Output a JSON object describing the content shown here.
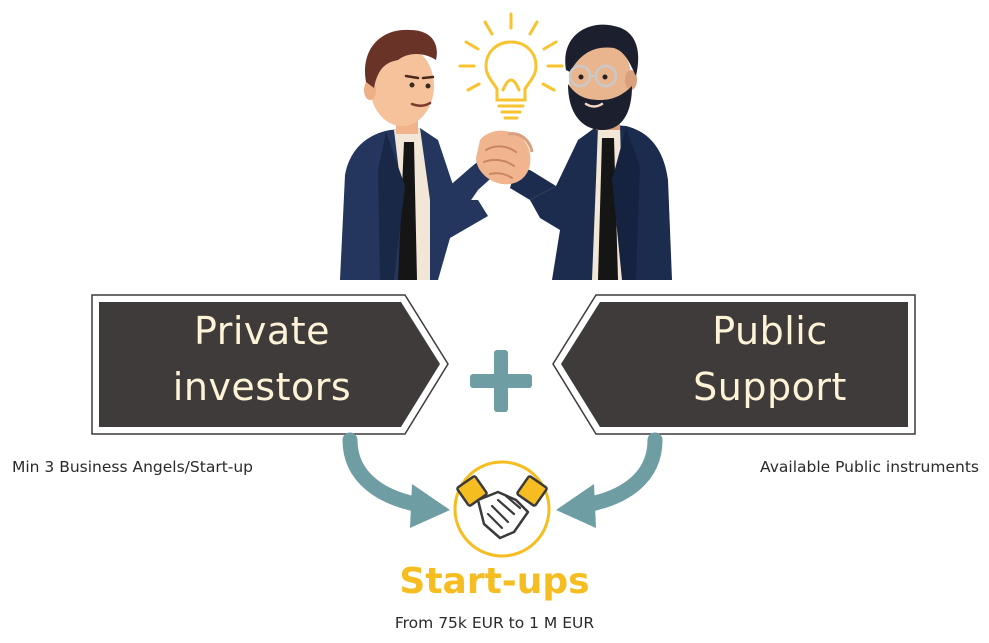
{
  "left_box": {
    "lines": [
      "Private",
      "investors"
    ]
  },
  "right_box": {
    "lines": [
      "Public",
      "Support"
    ]
  },
  "left_note": "Min 3 Business Angels/Start-up",
  "right_note": "Available Public instruments",
  "result": {
    "title": "Start-ups",
    "range": "From 75k EUR to 1 M EUR"
  },
  "colors": {
    "box_fill": "#3f3b3a",
    "box_text": "#fdf3d6",
    "accent_teal": "#6e9ea3",
    "accent_yellow": "#f5bd1f",
    "suit_navy": "#1c2c4f"
  }
}
